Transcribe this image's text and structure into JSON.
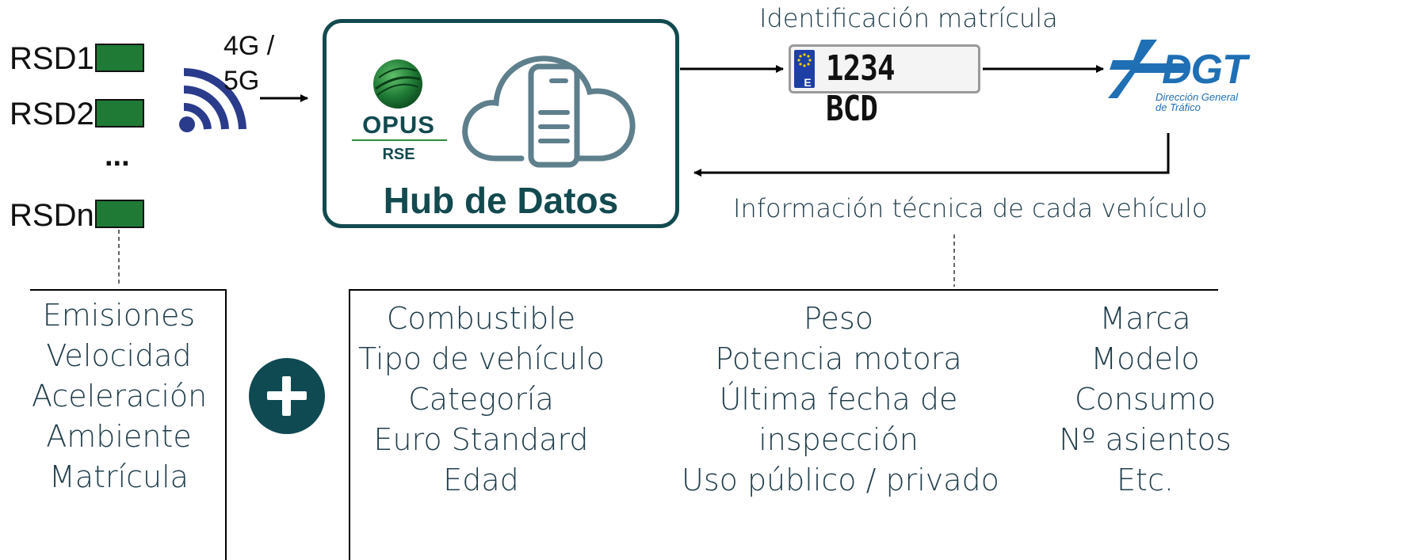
{
  "sensors": {
    "items": [
      {
        "label": "RSD1"
      },
      {
        "label": "RSD2"
      },
      {
        "label": "RSDn"
      }
    ],
    "ellipsis": "..."
  },
  "network_label": "4G /\n5G",
  "hub": {
    "title": "Hub de Datos",
    "logo_text": "OPUS",
    "logo_subtext": "RSE"
  },
  "plate": {
    "caption": "Identificación matrícula",
    "country_code": "E",
    "number": "1234  BCD"
  },
  "dgt": {
    "logo_text": "DGT",
    "subtitle_line1": "Dirección General",
    "subtitle_line2": "de Tráfico"
  },
  "return_caption": "Información técnica de cada vehículo",
  "sensor_data": [
    "Emisiones",
    "Velocidad",
    "Aceleración",
    "Ambiente",
    "Matrícula"
  ],
  "technical_info": {
    "column1": [
      "Combustible",
      "Tipo de vehículo",
      "Categoría",
      "Euro Standard",
      "Edad"
    ],
    "column2": [
      "Peso",
      "Potencia motora",
      "Última fecha de",
      "inspección",
      "Uso público / privado"
    ],
    "column3": [
      "Marca",
      "Modelo",
      "Consumo",
      "Nº asientos",
      "Etc."
    ]
  },
  "colors": {
    "hub_border": "#124a4f",
    "sensor_green": "#1f7a35",
    "plus_circle": "#0f4a52",
    "wifi_blue": "#2b3b8c",
    "dgt_blue": "#1f6fb5",
    "text": "#1f3d4a"
  }
}
